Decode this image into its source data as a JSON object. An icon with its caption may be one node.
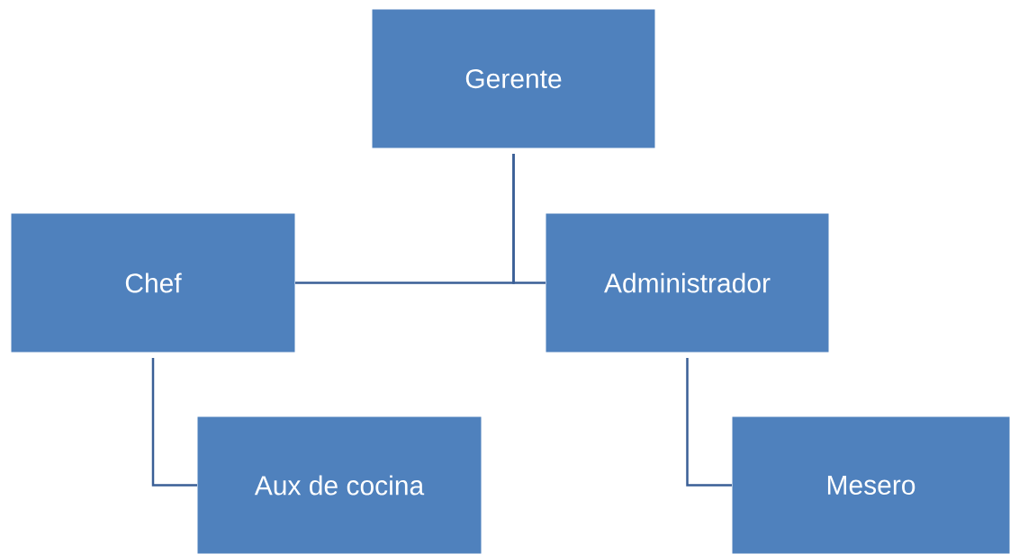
{
  "diagram": {
    "nodes": [
      {
        "text": [
          "Gerente"
        ]
      },
      {
        "text": [
          "Chef"
        ]
      },
      {
        "text": [
          "Administrador"
        ]
      },
      {
        "text": [
          "Aux de cocina"
        ]
      },
      {
        "text": [
          "Mesero"
        ]
      }
    ],
    "edges": [
      {
        "from": 0,
        "to": 1,
        "arrow": "none"
      },
      {
        "from": 0,
        "to": 2,
        "arrow": "none"
      },
      {
        "from": 1,
        "to": 3,
        "arrow": "none"
      },
      {
        "from": 2,
        "to": 4,
        "arrow": "none"
      }
    ]
  }
}
